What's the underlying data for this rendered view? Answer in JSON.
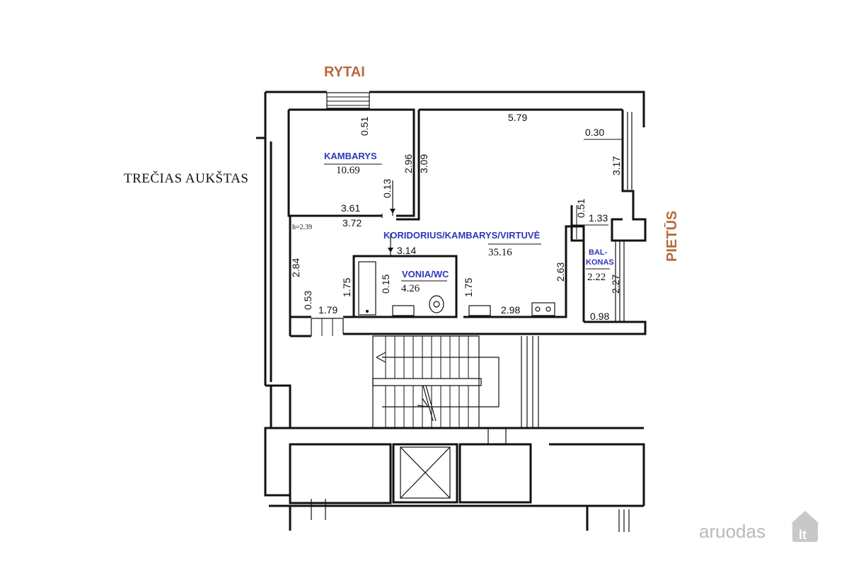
{
  "compass": {
    "east": "RYTAI",
    "south": "PIETŪS"
  },
  "floor_label": "TREČIAS AUKŠTAS",
  "ceiling_height": "h=2.39",
  "rooms": {
    "bedroom": {
      "name": "KAMBARYS",
      "area": "10.69"
    },
    "main": {
      "name": "KORIDORIUS/KAMBARYS/VIRTUVĖ",
      "area": "35.16"
    },
    "bath": {
      "name": "VONIA/WC",
      "area": "4.26"
    },
    "balcony": {
      "name_1": "BAL-",
      "name_2": "KONAS",
      "area": "2.22"
    }
  },
  "dimensions": {
    "top_width": "5.79",
    "bed_top": "0.51",
    "bed_h_a": "2.96",
    "bed_h_b": "3.09",
    "bed_gap": "0.13",
    "bed_w_a": "3.61",
    "bed_w_b": "3.72",
    "win_r": "0.30",
    "right_h": "3.17",
    "bal_top": "0.51",
    "bal_w": "1.33",
    "left_h": "2.84",
    "left_low": "0.53",
    "left_w": "1.79",
    "bath_w": "3.14",
    "bath_gap": "0.15",
    "bath_h_l": "1.75",
    "bath_h_r": "1.75",
    "kitchen_w": "2.98",
    "kitchen_h": "2.63",
    "bal_h": "2.27",
    "bal_w_bot": "0.98"
  },
  "watermark": {
    "brand": "aruodas",
    "tld": "lt"
  }
}
